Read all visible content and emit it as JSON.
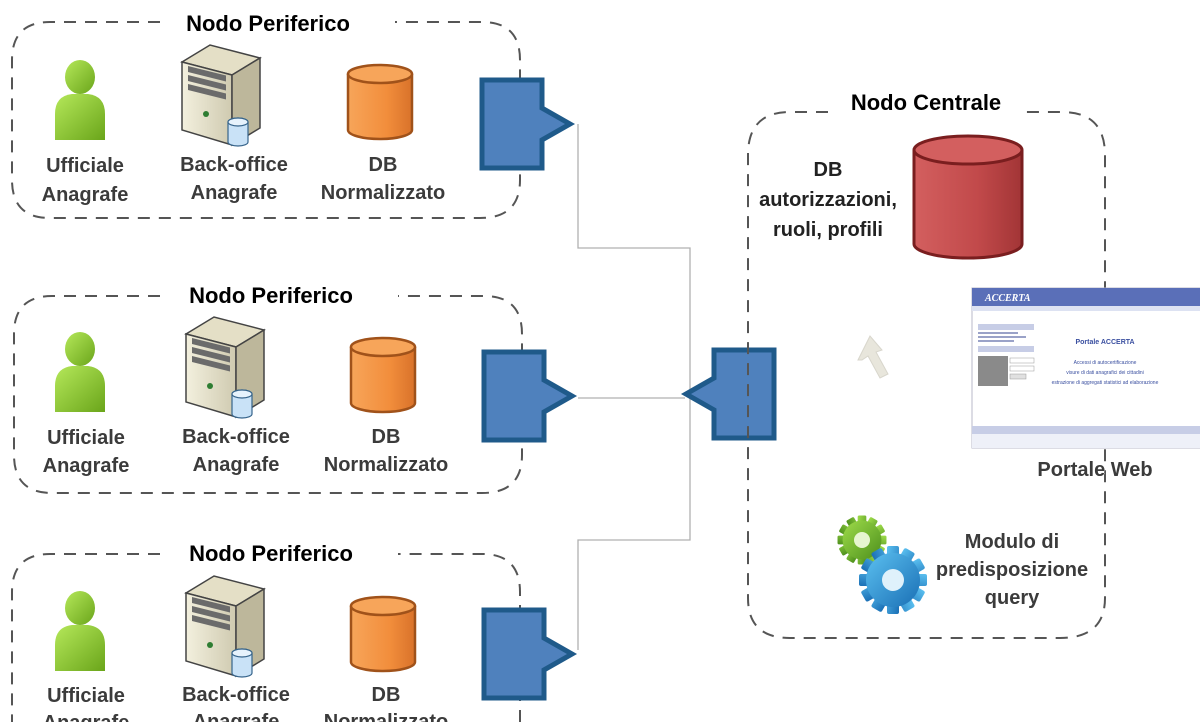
{
  "colors": {
    "person": "#8ac926",
    "db_orange": "#f28e3c",
    "db_red": "#c1494a",
    "connector": "#4f81bd",
    "connector_border": "#1f4e79",
    "dash": "#555555",
    "line": "#b0b0b0"
  },
  "peripheral_nodes": [
    {
      "title": "Nodo Periferico",
      "person_label": [
        "Ufficiale",
        "Anagrafe"
      ],
      "server_label": [
        "Back-office",
        "Anagrafe"
      ],
      "db_label": [
        "DB",
        "Normalizzato"
      ]
    },
    {
      "title": "Nodo Periferico",
      "person_label": [
        "Ufficiale",
        "Anagrafe"
      ],
      "server_label": [
        "Back-office",
        "Anagrafe"
      ],
      "db_label": [
        "DB",
        "Normalizzato"
      ]
    },
    {
      "title": "Nodo Periferico",
      "person_label": [
        "Ufficiale",
        "Anagrafe"
      ],
      "server_label": [
        "Back-office",
        "Anagrafe"
      ],
      "db_label": [
        "DB",
        "Normalizzato"
      ]
    }
  ],
  "central_node": {
    "title": "Nodo Centrale",
    "db_label": [
      "DB",
      "autorizzazioni,",
      "ruoli, profili"
    ],
    "portal_label": "Portale Web",
    "module_label": [
      "Modulo di",
      "predisposizione",
      "query"
    ],
    "portal_screenshot": {
      "header": "ACCERTA",
      "title": "Portale ACCERTA",
      "links": [
        "Accessi di autocertificazione",
        "visure di dati anagrafici dei cittadini",
        "estrazione di aggregati statistici ad elaborazione"
      ]
    }
  }
}
